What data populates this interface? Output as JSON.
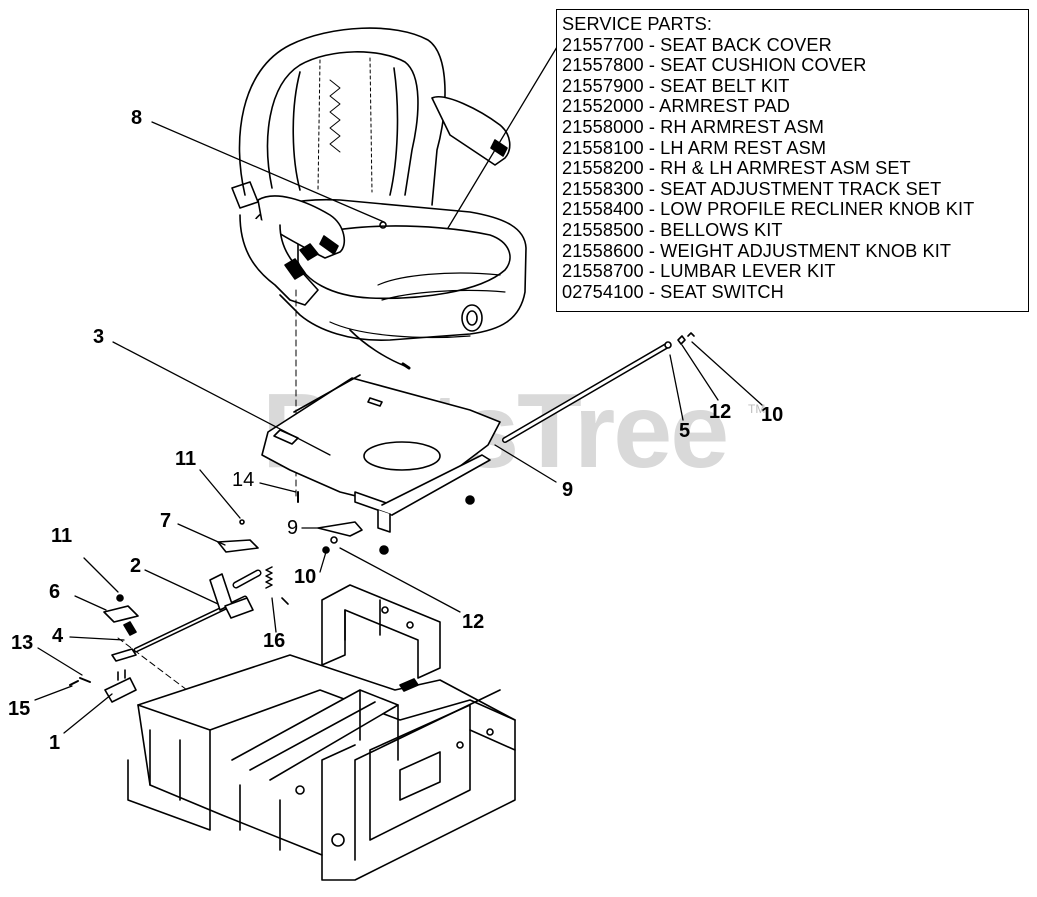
{
  "watermark": {
    "text": "PartsTree",
    "tm": "TM"
  },
  "service_parts": {
    "heading": "SERVICE PARTS:",
    "items": [
      "21557700 - SEAT BACK COVER",
      "21557800 - SEAT CUSHION COVER",
      "21557900 - SEAT BELT KIT",
      "21552000 - ARMREST PAD",
      "21558000 - RH ARMREST ASM",
      "21558100 - LH ARM REST ASM",
      "21558200 - RH & LH ARMREST ASM SET",
      "21558300 - SEAT ADJUSTMENT TRACK SET",
      "21558400 - LOW PROFILE RECLINER KNOB KIT",
      "21558500 - BELLOWS KIT",
      "21558600 - WEIGHT ADJUSTMENT KNOB KIT",
      "21558700 - LUMBAR LEVER KIT",
      "02754100 - SEAT SWITCH"
    ]
  },
  "callouts": {
    "c8": "8",
    "c3": "3",
    "c5": "5",
    "c12a": "12",
    "c10a": "10",
    "c9a": "9",
    "c11a": "11",
    "c14": "14",
    "c7": "7",
    "c9b": "9",
    "c10b": "10",
    "c12b": "12",
    "c11b": "11",
    "c2": "2",
    "c6": "6",
    "c16": "16",
    "c4": "4",
    "c13": "13",
    "c15": "15",
    "c1": "1"
  }
}
